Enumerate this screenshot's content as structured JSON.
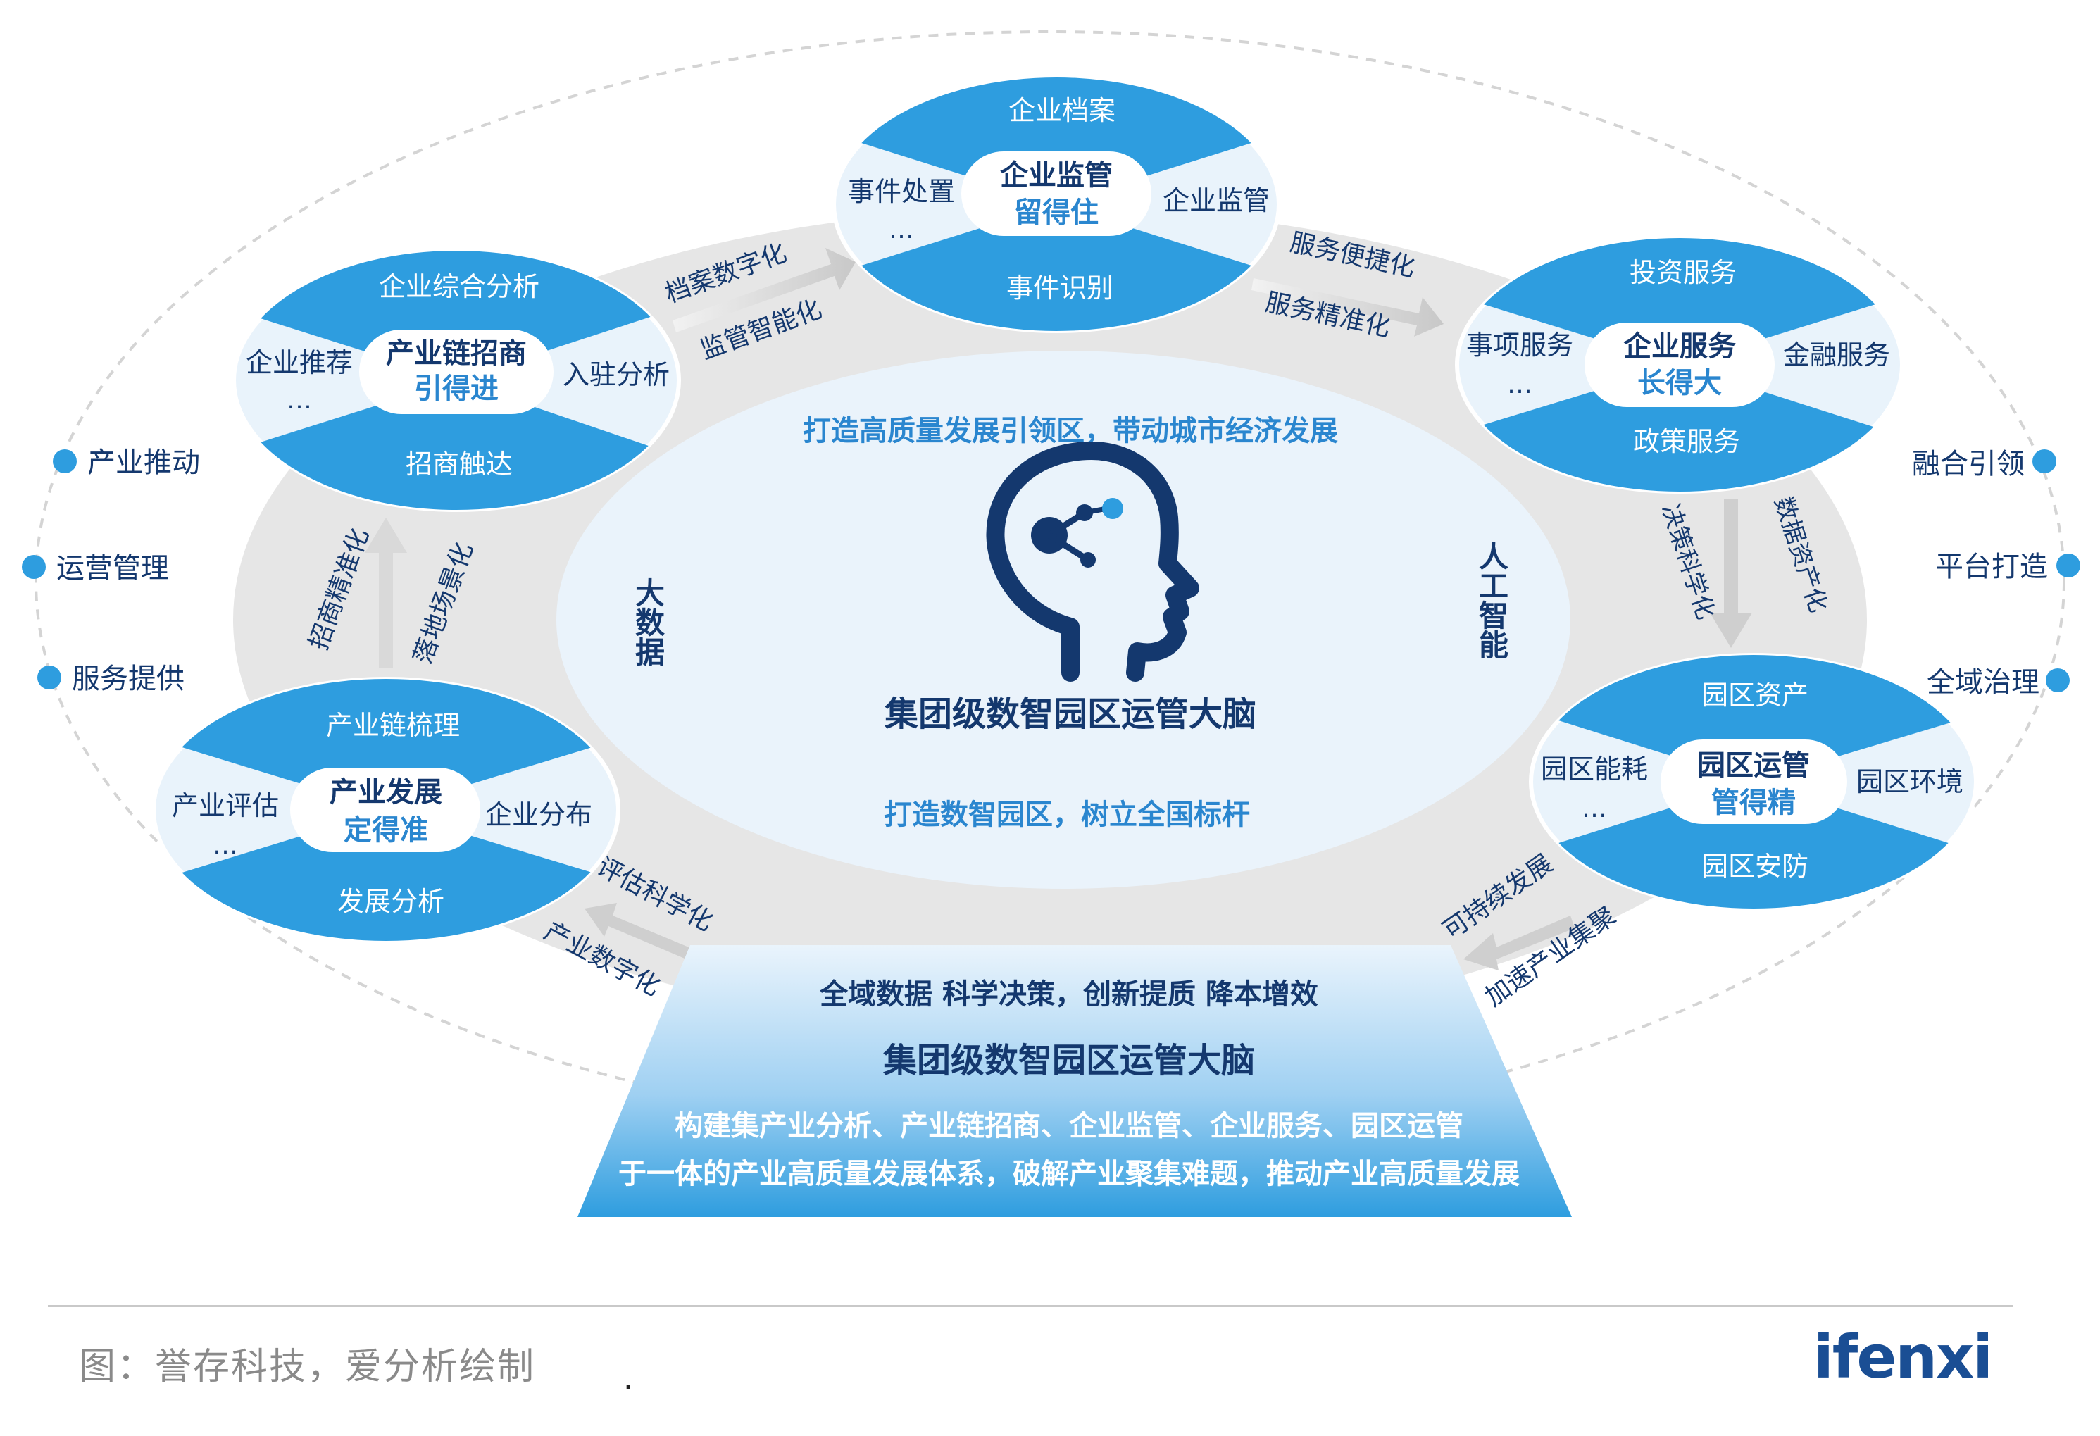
{
  "center": {
    "top_slogan": "打造高质量发展引领区，带动城市经济发展",
    "title": "集团级数智园区运管大脑",
    "bottom_slogan": "打造数智园区，树立全国标杆",
    "left_label": "大数据",
    "right_label": "人工智能"
  },
  "modules": [
    {
      "id": "zhaoshang",
      "title": "产业链招商",
      "subtitle": "引得进",
      "top": "企业综合分析",
      "bottom": "招商触达",
      "left": "企业推荐",
      "left_more": "…",
      "right": "入驻分析"
    },
    {
      "id": "jianguan",
      "title": "企业监管",
      "subtitle": "留得住",
      "top": "企业档案",
      "bottom": "事件识别",
      "left": "事件处置",
      "left_more": "…",
      "right": "企业监管"
    },
    {
      "id": "fuwu",
      "title": "企业服务",
      "subtitle": "长得大",
      "top": "投资服务",
      "bottom": "政策服务",
      "left": "事项服务",
      "left_more": "…",
      "right": "金融服务"
    },
    {
      "id": "yunguan",
      "title": "园区运管",
      "subtitle": "管得精",
      "top": "园区资产",
      "bottom": "园区安防",
      "left": "园区能耗",
      "left_more": "…",
      "right": "园区环境"
    },
    {
      "id": "fazhan",
      "title": "产业发展",
      "subtitle": "定得准",
      "top": "产业链梳理",
      "bottom": "发展分析",
      "left": "产业评估",
      "left_more": "…",
      "right": "企业分布"
    }
  ],
  "arrow_labels": {
    "a1_top": "档案数字化",
    "a1_bottom": "监管智能化",
    "a2_top": "服务便捷化",
    "a2_bottom": "服务精准化",
    "a3_left": "决策科学化",
    "a3_right": "数据资产化",
    "a4_top": "可持续发展",
    "a4_bottom": "加速产业集聚",
    "a5_top": "评估科学化",
    "a5_bottom": "产业数字化",
    "a6_left": "招商精准化",
    "a6_right": "落地场景化"
  },
  "outer_left": [
    "产业推动",
    "运营管理",
    "服务提供"
  ],
  "outer_right": [
    "融合引领",
    "平台打造",
    "全域治理"
  ],
  "base": {
    "line1": "全域数据  科学决策，创新提质  降本增效",
    "title": "集团级数智园区运管大脑",
    "line3": "构建集产业分析、产业链招商、企业监管、企业服务、园区运管",
    "line4": "于一体的产业高质量发展体系，破解产业聚集难题，推动产业高质量发展"
  },
  "footer": {
    "source": "图：誉存科技，爱分析绘制",
    "dot": ".",
    "brand": "ifenxi"
  },
  "colors": {
    "primary_blue": "#2e9ddf",
    "light_blue": "#e9f3fb",
    "dark_navy": "#14386e",
    "text_blue": "#1f6fb5",
    "grey_ring": "#e6e6e6",
    "inner_ellipse": "#eaf3fb"
  }
}
